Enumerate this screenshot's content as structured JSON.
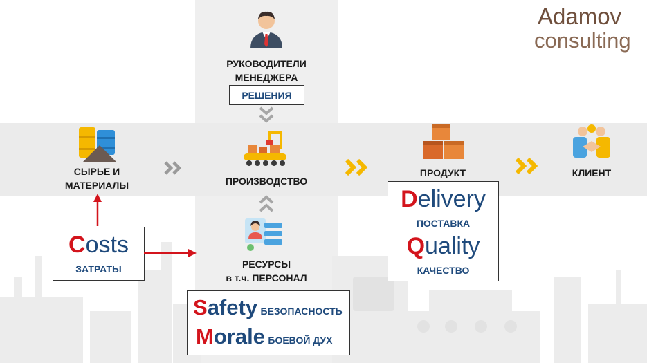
{
  "logo": {
    "line1": "Adamov",
    "line2": "consulting",
    "color": "#8a6a55"
  },
  "managers": {
    "label_line1": "РУКОВОДИТЕЛИ",
    "label_line2": "МЕНЕДЖЕРА",
    "decisions": "РЕШЕНИЯ"
  },
  "raw": {
    "label_line1": "СЫРЬЕ И",
    "label_line2": "МАТЕРИАЛЫ"
  },
  "production": {
    "label": "ПРОИЗВОДСТВО"
  },
  "product": {
    "label": "ПРОДУКТ"
  },
  "client": {
    "label": "КЛИЕНТ"
  },
  "resources": {
    "label_line1": "РЕСУРСЫ",
    "label_line2": "в т.ч. ПЕРСОНАЛ"
  },
  "costs": {
    "letter": "C",
    "rest": "osts",
    "ru": "ЗАТРАТЫ"
  },
  "delivery": {
    "letter": "D",
    "rest": "elivery",
    "ru": "ПОСТАВКА"
  },
  "quality": {
    "letter": "Q",
    "rest": "uality",
    "ru": "КАЧЕСТВО"
  },
  "safety": {
    "letter": "S",
    "rest": "afety",
    "ru": "БЕЗОПАСНОСТЬ"
  },
  "morale": {
    "letter": "M",
    "rest": "orale",
    "ru": "БОЕВОЙ ДУХ"
  },
  "colors": {
    "accent_red": "#d3141c",
    "navy": "#1f4a7c",
    "arrow_yellow": "#f5b800",
    "arrow_gray": "#9a9a9a"
  }
}
